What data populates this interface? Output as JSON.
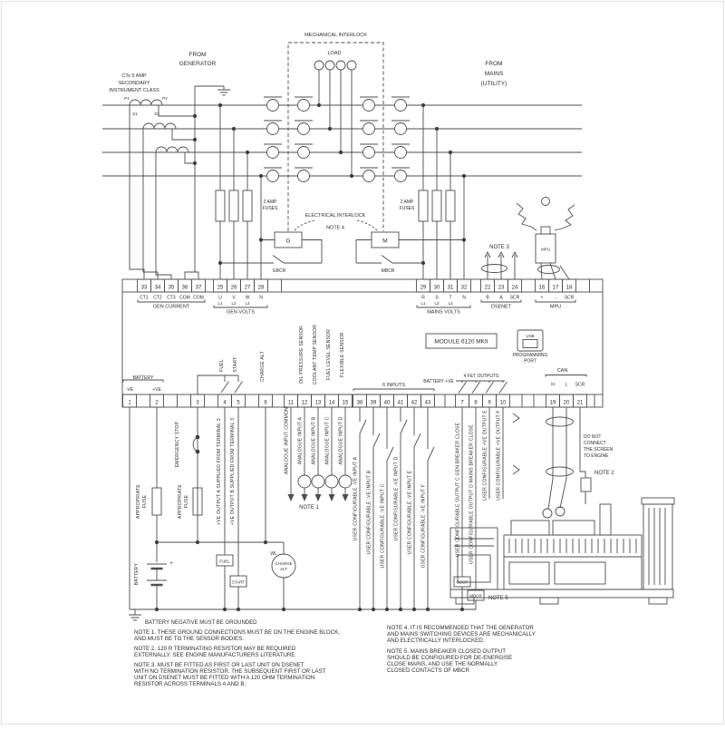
{
  "colors": {
    "line": "#4d4d4d",
    "text": "#2e2e2e",
    "background": "#ffffff"
  },
  "top": {
    "mechanical_interlock": "MECHANICAL INTERLOCK",
    "load": "LOAD",
    "from_generator": [
      "FROM",
      "GENERATOR"
    ],
    "from_mains": [
      "FROM",
      "MAINS",
      "(UTILITY)"
    ],
    "ct_class": [
      "CTs 5 AMP",
      "SECONDARY",
      "INSTRUMENT CLASS"
    ],
    "p1": "P1",
    "p2": "P2",
    "s1": "S1",
    "s2": "S2",
    "fuse_2amp": [
      "2 AMP",
      "FUSES"
    ],
    "electrical_interlock": "ELECTRICAL INTERLOCK",
    "note4_ref": "NOTE 4",
    "gen_contactor": "G",
    "mains_contactor": "M",
    "gbcr": "GBCR",
    "mbcr": "MBCR",
    "note3_ref": "NOTE 3",
    "mpu": "MPU"
  },
  "module": {
    "name": "MODULE 6120 MKII",
    "usb": "USB",
    "programming": "PROGRAMMING",
    "port": "PORT"
  },
  "row1": {
    "numbers": [
      "33",
      "34",
      "35",
      "36",
      "37",
      "25",
      "26",
      "27",
      "28",
      "29",
      "30",
      "31",
      "32",
      "22",
      "23",
      "24",
      "16",
      "17",
      "18"
    ],
    "gen_current": {
      "pins": [
        "CT1",
        "CT2",
        "CT3",
        "COM",
        "COM"
      ],
      "label": "GEN CURRENT"
    },
    "gen_volts": {
      "pins": [
        "U",
        "V",
        "W",
        "N"
      ],
      "sub": [
        "L1",
        "L2",
        "L3"
      ],
      "label": "GEN VOLTS"
    },
    "mains_volts": {
      "pins": [
        "R",
        "S",
        "T",
        "N"
      ],
      "sub": [
        "L1",
        "L2",
        "L3"
      ],
      "label": "MAINS VOLTS"
    },
    "dsenet": {
      "pins": [
        "B",
        "A",
        "SCR"
      ],
      "label": "DSENET"
    },
    "mpu": {
      "pins": [
        "+",
        "-",
        "SCR"
      ],
      "label": "MPU"
    }
  },
  "row2": {
    "numbers": [
      "1",
      "2",
      "3",
      "4",
      "5",
      "6",
      "11",
      "12",
      "13",
      "14",
      "15",
      "38",
      "39",
      "40",
      "41",
      "42",
      "43",
      "7",
      "8",
      "9",
      "10",
      "19",
      "20",
      "21"
    ],
    "battery": "BATTERY",
    "neg": "-VE",
    "pos": "+VE",
    "fuel": "FUEL",
    "start": "START",
    "charge_alt": "CHARGE ALT",
    "sensors": [
      "OIL PRESSURE SENSOR",
      "COOLANT TEMP SENSOR",
      "FUEL LEVEL SENSOR",
      "FLEXIBLE SENSOR"
    ],
    "six_inputs": "6 INPUTS",
    "battery_pos": "BATTERY +VE",
    "fet_outputs": "4 FET OUTPUTS",
    "can": "CAN",
    "can_pins": [
      "H",
      "L",
      "SCR"
    ]
  },
  "bottom": {
    "emergency_stop": "EMERGENCY STOP",
    "appropriate": "APPROPRIATE",
    "fuse": "FUSE",
    "battery": "BATTERY",
    "plus": "+",
    "output_a": "+VE OUTPUT A SUPPLIED FROM TERMINAL 3",
    "output_b": "+VE OUTPUT B SUPPLIED FROM TERMINAL 3",
    "fuel_box": "FUEL",
    "start_box": "START",
    "wl": "WL",
    "charge": "CHARGE",
    "alt": "ALT",
    "analogue": [
      "ANALOGUE INPUT COMMON",
      "ANALOGUE INPUT A",
      "ANALOGUE INPUT B",
      "ANALOGUE INPUT C",
      "ANALOGUE INPUT D"
    ],
    "note1_ref": "NOTE 1",
    "inputs": [
      "USER CONFIGURABLE -VE INPUT A",
      "USER CONFIGURABLE -VE INPUT B",
      "USER CONFIGURABLE -VE INPUT C",
      "USER CONFIGURABLE -VE INPUT D",
      "USER CONFIGURABLE -VE INPUT E",
      "USER CONFIGURABLE -VE INPUT F"
    ],
    "outputs": [
      "USER CONFIGURABLE OUTPUT C GEN BREAKER CLOSE",
      "USER CONFIGURABLE OUTPUT D MAINS BREAKER CLOSE",
      "USER CONFIGURABLE +VE OUTPUT E",
      "USER CONFIGURABLE +VE OUTPUT F"
    ],
    "gbcr": "GBCR",
    "mbcr": "MBCR",
    "note5_ref": "NOTE 5",
    "do_not_connect": [
      "DO NOT",
      "CONNECT",
      "THE SCREEN",
      "TO ENGINE"
    ],
    "note2_ref": "NOTE 2",
    "grounded": "BATTERY NEGATIVE MUST BE GROUNDED"
  },
  "notes": {
    "note1": [
      "NOTE 1. THESE GROUND CONNECTIONS MUST BE ON THE ENGINE BLOCK,",
      "AND MUST BE TO THE SENSOR BODIES."
    ],
    "note2": [
      "NOTE 2. 120 R TERMINATING RESISTOR MAY BE REQUIRED",
      "EXTERNALLY. SEE ENGINE MANUFACTURERS LITERATURE."
    ],
    "note3": [
      "NOTE 3. MUST BE FITTED AS FIRST OR LAST UNIT ON DSENET",
      "WITH NO TERMINATION RESISTOR. THE SUBSEQUENT FIRST OR LAST",
      "UNIT ON DSENET MUST BE FITTED WITH A 120 OHM TERMINATION",
      "RESISTOR ACROSS TERMINALS A AND B."
    ],
    "note4": [
      "NOTE 4. IT IS RECOMMENDED THAT THE GENERATOR",
      "AND MAINS SWITCHING DEVICES ARE MECHANICALLY",
      "AND ELECTRICALLY INTERLOCKED."
    ],
    "note5": [
      "NOTE 5. MAINS BREAKER CLOSED OUTPUT",
      "SHOULD BE CONFIGURED FOR DE-ENERGISE",
      "CLOSE MAINS, AND USE THE NORMALLY",
      "CLOSED CONTACTS OF MBCR"
    ]
  }
}
